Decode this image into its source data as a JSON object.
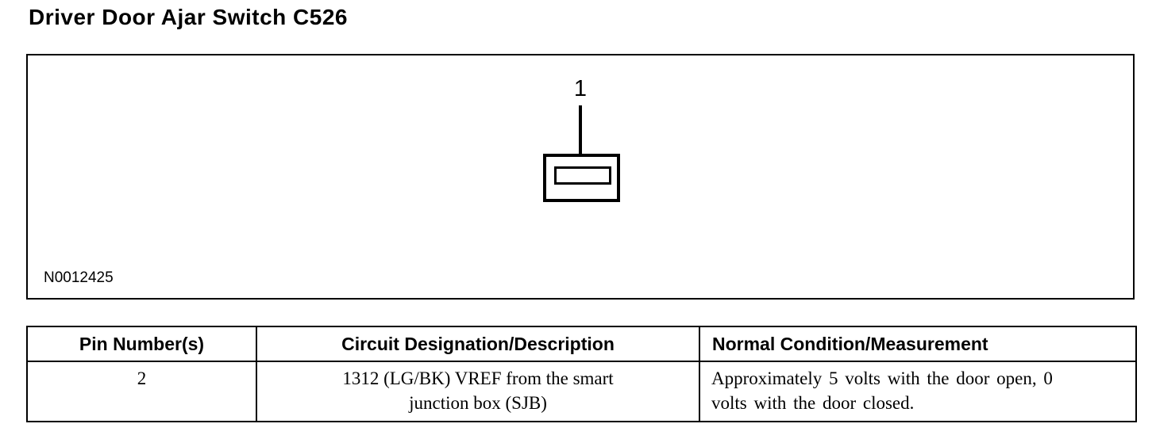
{
  "page": {
    "title": "Driver Door Ajar Switch C526"
  },
  "figure": {
    "pin_callout": "1",
    "figure_id": "N0012425",
    "description": "connector-illustration",
    "line_color": "#000000",
    "background_color": "#ffffff"
  },
  "table": {
    "headers": [
      "Pin Number(s)",
      "Circuit Designation/Description",
      "Normal Condition/Measurement"
    ],
    "rows": [
      {
        "pin": "2",
        "circuit": "1312 (LG/BK) VREF from the smart\njunction box (SJB)",
        "condition": "Approximately 5 volts with the door open, 0\nvolts with the door closed."
      }
    ]
  }
}
